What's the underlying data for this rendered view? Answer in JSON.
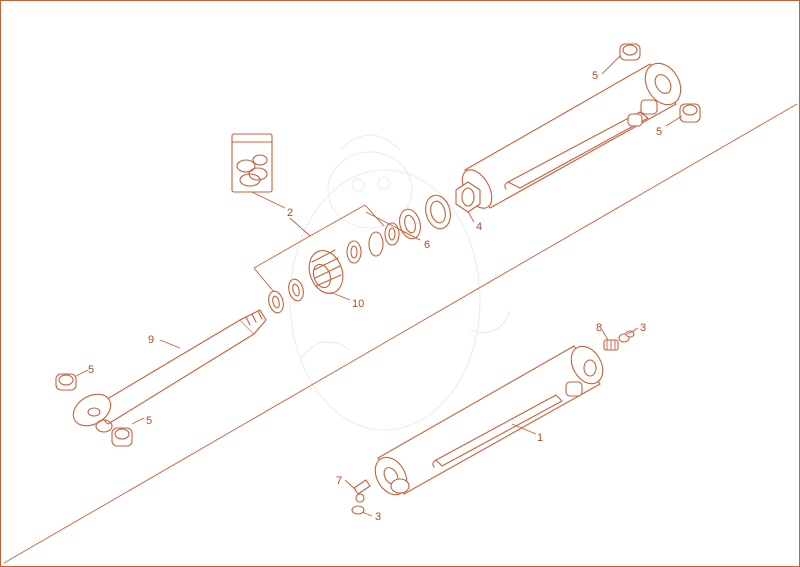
{
  "diagram": {
    "colors": {
      "line": "#c8603a",
      "text": "#b04a26",
      "watermark": "#eeeeee",
      "background": "#ffffff"
    },
    "callouts": {
      "c1": "1",
      "c2": "2",
      "c3a": "3",
      "c3b": "3",
      "c4": "4",
      "c5a": "5",
      "c5b": "5",
      "c5c": "5",
      "c5d": "5",
      "c6": "6",
      "c7": "7",
      "c8": "8",
      "c9": "9",
      "c10": "10"
    }
  }
}
